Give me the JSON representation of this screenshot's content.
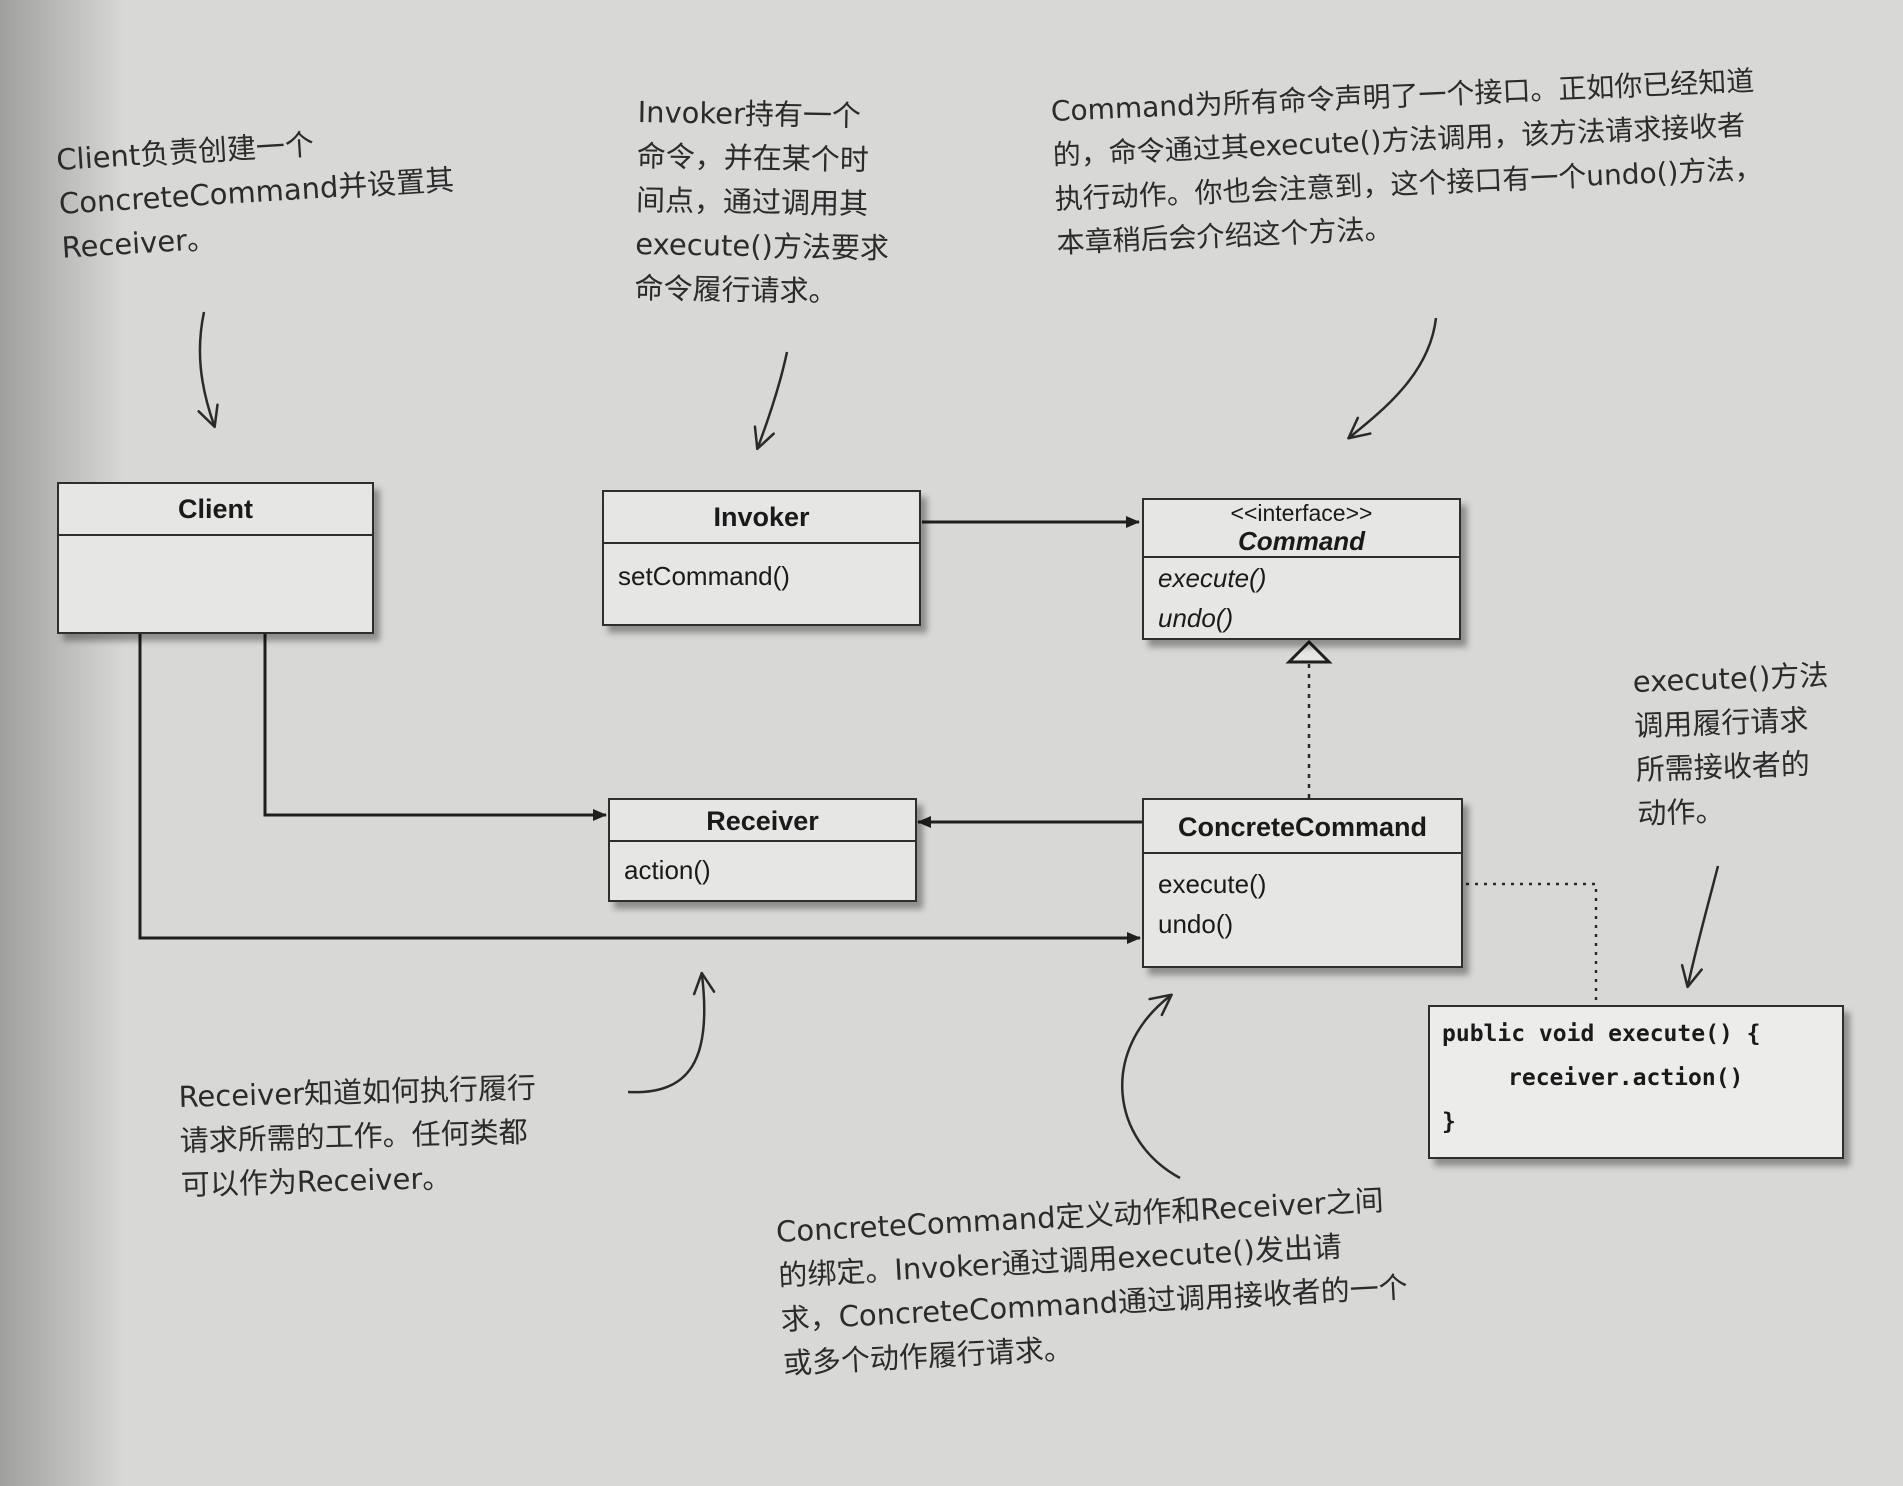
{
  "notes": {
    "client": "Client负责创建一个\nConcreteCommand并设置其\nReceiver。",
    "invoker": "Invoker持有一个\n命令，并在某个时\n间点，通过调用其\nexecute()方法要求\n命令履行请求。",
    "command": "Command为所有命令声明了一个接口。正如你已经知道\n的，命令通过其execute()方法调用，该方法请求接收者\n执行动作。你也会注意到，这个接口有一个undo()方法，\n本章稍后会介绍这个方法。",
    "execute": "execute()方法\n调用履行请求\n所需接收者的\n动作。",
    "receiver": "Receiver知道如何执行履行\n请求所需的工作。任何类都\n可以作为Receiver。",
    "concrete": "ConcreteCommand定义动作和Receiver之间\n的绑定。Invoker通过调用execute()发出请\n求，ConcreteCommand通过调用接收者的一个\n或多个动作履行请求。"
  },
  "classes": {
    "client": {
      "name": "Client"
    },
    "invoker": {
      "name": "Invoker",
      "method1": "setCommand()"
    },
    "command": {
      "stereotype": "<<interface>>",
      "name": "Command",
      "method1": "execute()",
      "method2": "undo()"
    },
    "receiver": {
      "name": "Receiver",
      "method1": "action()"
    },
    "concrete": {
      "name": "ConcreteCommand",
      "method1": "execute()",
      "method2": "undo()"
    }
  },
  "code": {
    "line1": "public void execute() {",
    "line2": "receiver.action()",
    "line3": "}"
  }
}
